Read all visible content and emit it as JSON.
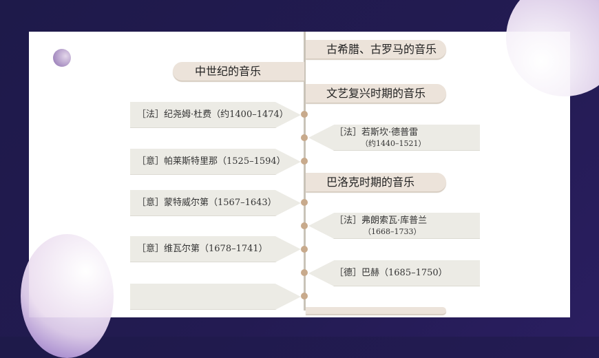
{
  "eras": [
    "古希腊、古罗马的音乐",
    "中世纪的音乐",
    "文艺复兴时期的音乐",
    "巴洛克时期的音乐"
  ],
  "left": [
    "［法］纪尧姆·杜费（约1400–1474）",
    "［意］帕莱斯特里那（1525–1594）",
    "［意］蒙特威尔第（1567–1643）",
    "［意］维瓦尔第（1678–1741）",
    ""
  ],
  "right": [
    {
      "name": "［法］若斯坎·德普雷",
      "years": "（约1440–1521）"
    },
    {
      "name": "［法］弗朗索瓦·库普兰",
      "years": "（1668–1733）"
    },
    {
      "name": "［德］巴赫（1685–1750）",
      "years": ""
    }
  ],
  "colors": {
    "background": "#231b52",
    "pill": "#ece3da",
    "arrow": "#ecebe5",
    "dot": "#c8aa8c"
  }
}
